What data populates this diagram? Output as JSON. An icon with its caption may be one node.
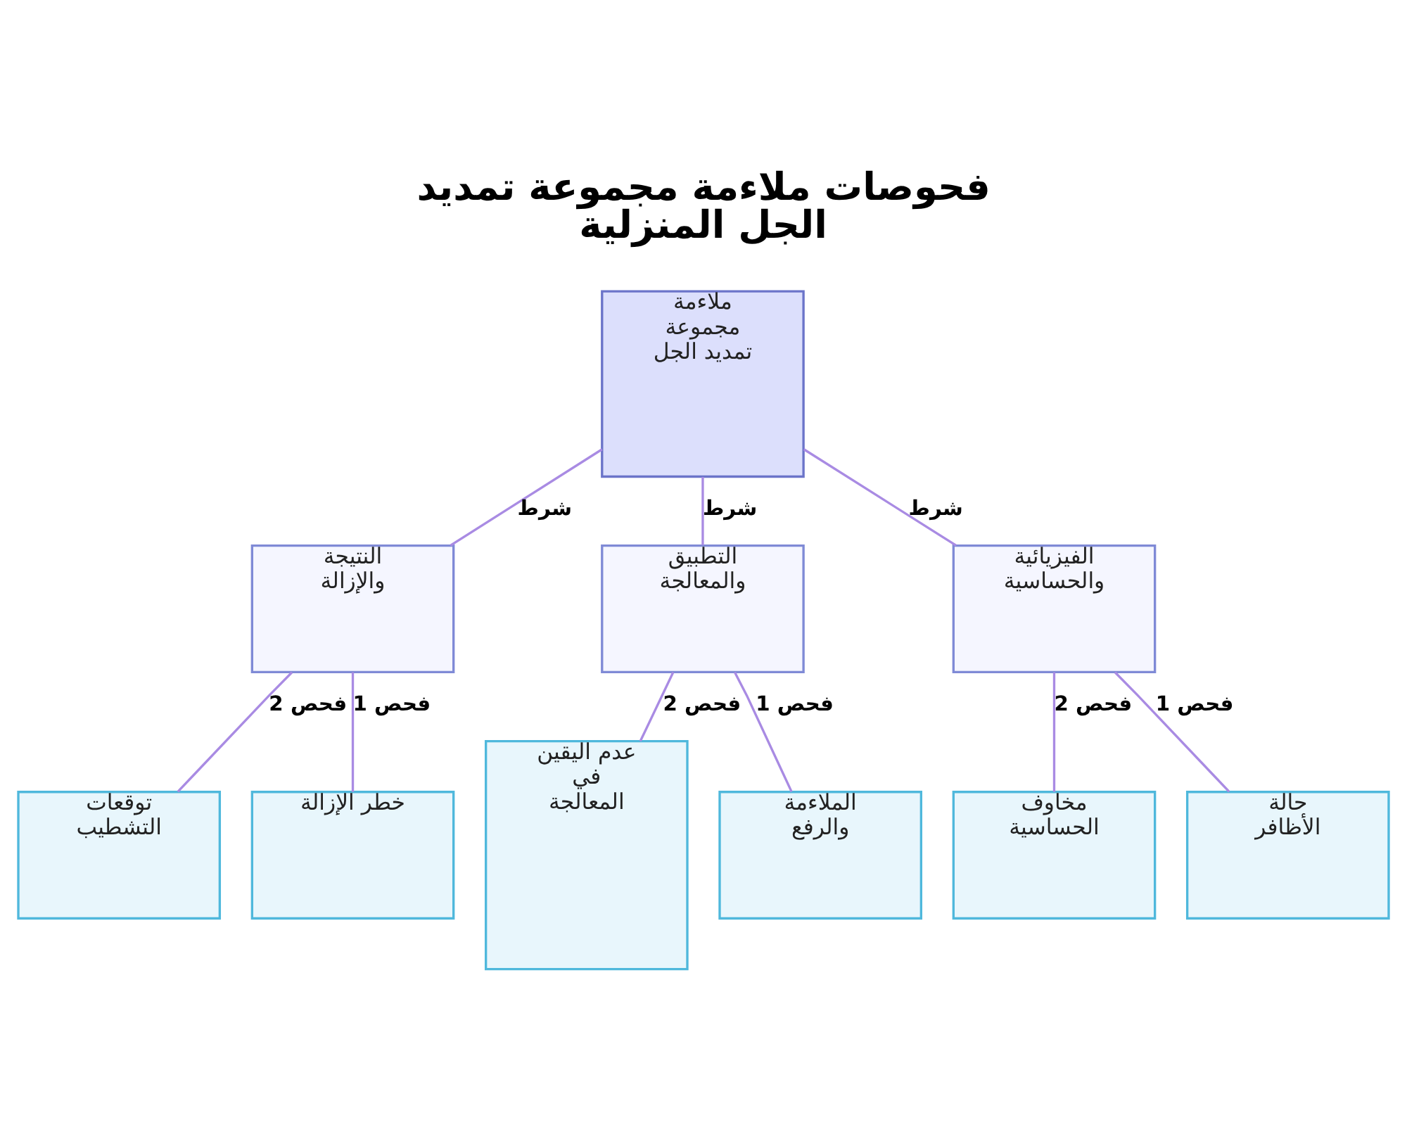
{
  "diagram": {
    "title": "فحوصات ملاءمة مجموعة تمديد الجل المنزلية",
    "nodes": [
      {
        "text": [
          "ملاءمة مجموعة تمديد الجل"
        ]
      },
      {
        "text": [
          "الفيزيائية والحساسية"
        ]
      },
      {
        "text": [
          "التطبيق والمعالجة"
        ]
      },
      {
        "text": [
          "النتيجة والإزالة"
        ]
      },
      {
        "text": [
          "حالة الأظافر"
        ]
      },
      {
        "text": [
          "مخاوف الحساسية"
        ]
      },
      {
        "text": [
          "الملاءمة والرفع"
        ]
      },
      {
        "text": [
          "عدم اليقين في المعالجة"
        ]
      },
      {
        "text": [
          "خطر الإزالة"
        ]
      },
      {
        "text": [
          "توقعات التشطيب"
        ]
      }
    ],
    "edges": [
      {
        "from": 0,
        "to": 1,
        "arrow": "none",
        "label": "شرط"
      },
      {
        "from": 0,
        "to": 2,
        "arrow": "none",
        "label": "شرط"
      },
      {
        "from": 0,
        "to": 3,
        "arrow": "none",
        "label": "شرط"
      },
      {
        "from": 1,
        "to": 4,
        "arrow": "none",
        "label": "فحص 1"
      },
      {
        "from": 1,
        "to": 5,
        "arrow": "none",
        "label": "فحص 2"
      },
      {
        "from": 2,
        "to": 6,
        "arrow": "none",
        "label": "فحص 1"
      },
      {
        "from": 2,
        "to": 7,
        "arrow": "none",
        "label": "فحص 2"
      },
      {
        "from": 3,
        "to": 8,
        "arrow": "none",
        "label": "فحص 1"
      },
      {
        "from": 3,
        "to": 9,
        "arrow": "none",
        "label": "فحص 2"
      }
    ]
  }
}
